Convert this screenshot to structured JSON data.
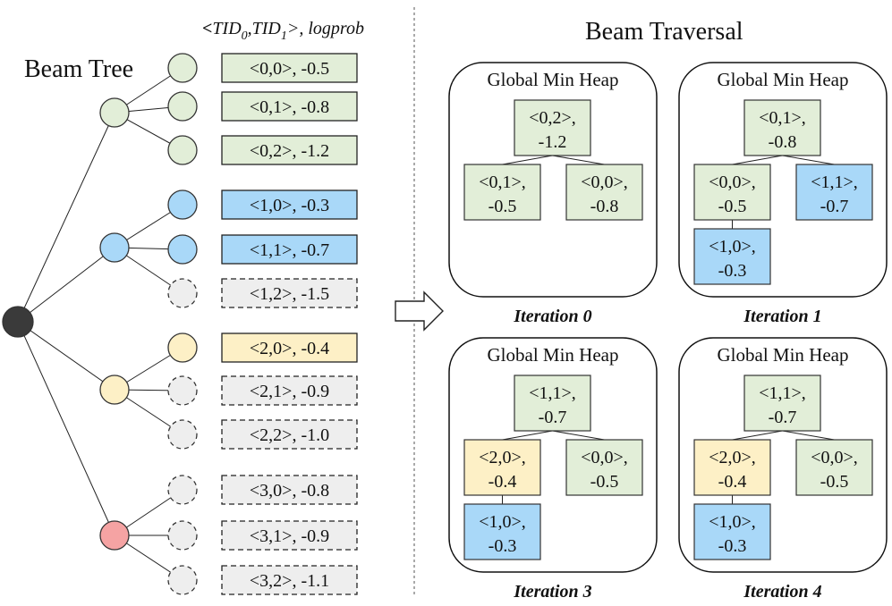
{
  "colors": {
    "green": "#e2eed8",
    "blue": "#a9d8f8",
    "yellow": "#fdf0c6",
    "red": "#f5a3a3",
    "gray": "#eeeeee",
    "root": "#3a3a3a"
  },
  "beam_tree": {
    "title": "Beam Tree",
    "header_prefix": "<",
    "header_tid0": "TID",
    "header_sub0": "0",
    "header_comma": ",",
    "header_tid1": "TID",
    "header_sub1": "1",
    "header_suffix": ">, logprob",
    "branches": [
      {
        "color": "green",
        "leaves": [
          {
            "label": "<0,0>, -0.5",
            "kept": true
          },
          {
            "label": "<0,1>, -0.8",
            "kept": true
          },
          {
            "label": "<0,2>, -1.2",
            "kept": true
          }
        ]
      },
      {
        "color": "blue",
        "leaves": [
          {
            "label": "<1,0>, -0.3",
            "kept": true
          },
          {
            "label": "<1,1>, -0.7",
            "kept": true
          },
          {
            "label": "<1,2>, -1.5",
            "kept": false
          }
        ]
      },
      {
        "color": "yellow",
        "leaves": [
          {
            "label": "<2,0>, -0.4",
            "kept": true
          },
          {
            "label": "<2,1>, -0.9",
            "kept": false
          },
          {
            "label": "<2,2>, -1.0",
            "kept": false
          }
        ]
      },
      {
        "color": "red",
        "leaves": [
          {
            "label": "<3,0>, -0.8",
            "kept": false
          },
          {
            "label": "<3,1>, -0.9",
            "kept": false
          },
          {
            "label": "<3,2>, -1.1",
            "kept": false
          }
        ]
      }
    ]
  },
  "traversal": {
    "title": "Beam Traversal",
    "heaps": [
      {
        "title": "Global Min Heap",
        "iteration": "Iteration 0",
        "root": {
          "line1": "<0,2>,",
          "line2": "-1.2",
          "color": "green"
        },
        "left": {
          "line1": "<0,1>,",
          "line2": "-0.5",
          "color": "green"
        },
        "right": {
          "line1": "<0,0>,",
          "line2": "-0.8",
          "color": "green"
        }
      },
      {
        "title": "Global Min Heap",
        "iteration": "Iteration 1",
        "root": {
          "line1": "<0,1>,",
          "line2": "-0.8",
          "color": "green"
        },
        "left": {
          "line1": "<0,0>,",
          "line2": "-0.5",
          "color": "green"
        },
        "right": {
          "line1": "<1,1>,",
          "line2": "-0.7",
          "color": "blue"
        },
        "child": {
          "line1": "<1,0>,",
          "line2": "-0.3",
          "color": "blue"
        }
      },
      {
        "title": "Global Min Heap",
        "iteration": "Iteration 3",
        "root": {
          "line1": "<1,1>,",
          "line2": "-0.7",
          "color": "green"
        },
        "left": {
          "line1": "<2,0>,",
          "line2": "-0.4",
          "color": "yellow"
        },
        "right": {
          "line1": "<0,0>,",
          "line2": "-0.5",
          "color": "green"
        },
        "child": {
          "line1": "<1,0>,",
          "line2": "-0.3",
          "color": "blue"
        }
      },
      {
        "title": "Global Min Heap",
        "iteration": "Iteration 4",
        "root": {
          "line1": "<1,1>,",
          "line2": "-0.7",
          "color": "green"
        },
        "left": {
          "line1": "<2,0>,",
          "line2": "-0.4",
          "color": "yellow"
        },
        "right": {
          "line1": "<0,0>,",
          "line2": "-0.5",
          "color": "green"
        },
        "child": {
          "line1": "<1,0>,",
          "line2": "-0.3",
          "color": "blue"
        }
      }
    ]
  }
}
